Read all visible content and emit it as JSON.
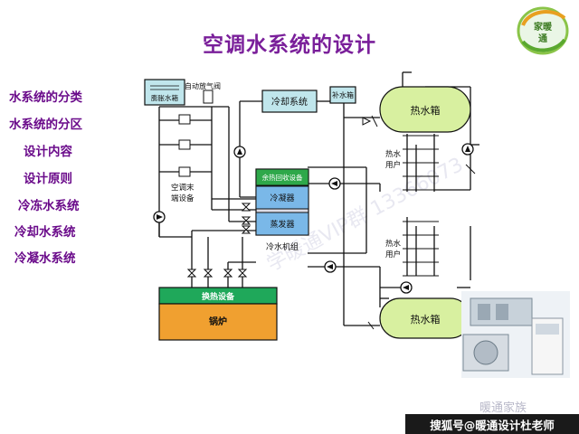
{
  "title": "空调水系统的设计",
  "menu": [
    "水系统的分类",
    "水系统的分区",
    "设计内容",
    "设计原则",
    "冷冻水系统",
    "冷却水系统",
    "冷凝水系统"
  ],
  "logo": {
    "line1": "家暖",
    "line2": "通"
  },
  "diagram": {
    "expansion_tank": "膨胀水箱",
    "auto_vent_valve": "自动放气阀",
    "cooling_system": "冷却系统",
    "makeup_tank": "补水箱",
    "hot_water_tank_top": "热水箱",
    "hot_water_tank_bottom": "热水箱",
    "heat_recovery": "余热回收设备",
    "condenser": "冷凝器",
    "evaporator": "蒸发器",
    "chiller": "冷水机组",
    "terminal_line1": "空调末",
    "terminal_line2": "端设备",
    "hot_user_top_1": "热水",
    "hot_user_top_2": "用户",
    "hot_user_bottom_1": "热水",
    "hot_user_bottom_2": "用户",
    "heat_exchanger": "换热设备",
    "boiler": "锅炉"
  },
  "watermarks": {
    "diagonal": "学暖通VIP群 13366073",
    "bottom": "暖通家族"
  },
  "footer": "搜狐号@暖通设计杜老师",
  "colors": {
    "tank_fill": "#d8f0a0",
    "unit_fill": "#c0e6ec",
    "component_fill": "#7ab8e8",
    "heat_recovery_fill": "#2ea84a",
    "heat_exchanger_fill": "#1fa85a",
    "boiler_fill": "#f0a030",
    "title_color": "#7a1f9a",
    "line_color": "#101010"
  },
  "icons": [
    "pump-icon",
    "valve-icon",
    "check-valve-icon",
    "logo-leaf-icon",
    "chiller-photo-icon"
  ]
}
